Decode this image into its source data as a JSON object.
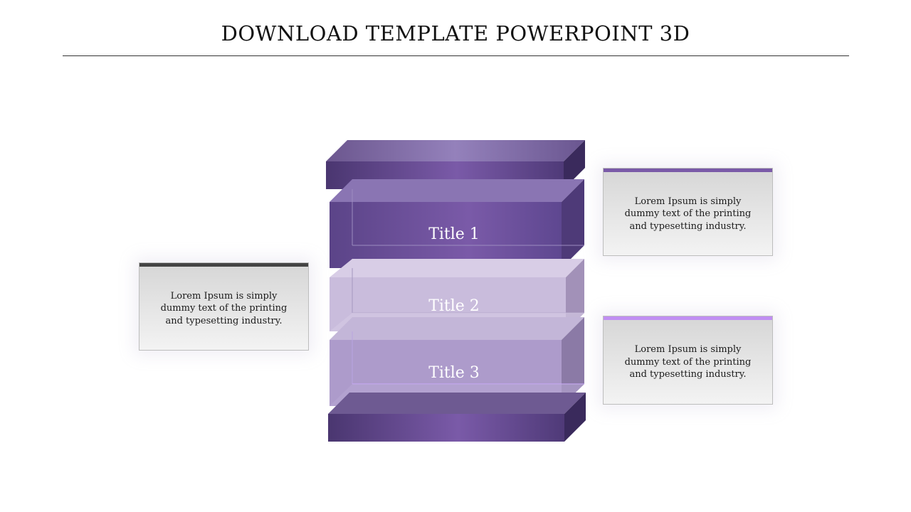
{
  "header": {
    "title": "DOWNLOAD TEMPLATE POWERPOINT 3D"
  },
  "colors": {
    "dark_purple": "#7a5aa8",
    "mid_purple": "#ad9bcb",
    "light_purple": "#c9bcdc",
    "card_bar_dark": "#444444",
    "card_bar_purple": "#7a5aa8",
    "card_bar_lilac": "#c08ef2"
  },
  "layers": [
    {
      "label": "Title 1"
    },
    {
      "label": "Title 2"
    },
    {
      "label": "Title 3"
    }
  ],
  "cards": [
    {
      "text_lines": [
        "Lorem Ipsum is simply",
        "dummy text of the printing",
        "and typesetting industry."
      ]
    },
    {
      "text_lines": [
        "Lorem Ipsum is simply",
        "dummy text of the printing",
        "and typesetting industry."
      ]
    },
    {
      "text_lines": [
        "Lorem Ipsum is simply",
        "dummy text of the printing",
        "and typesetting industry."
      ]
    }
  ]
}
